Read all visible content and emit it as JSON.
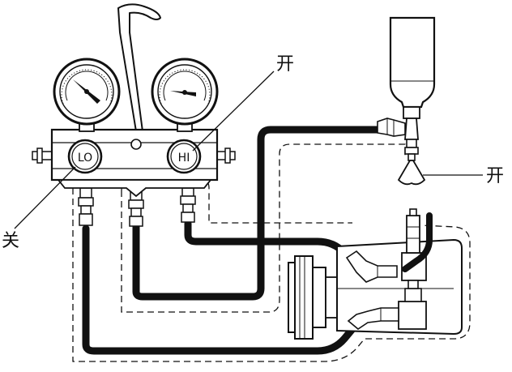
{
  "labels": {
    "hi_valve_callout": "开",
    "can_valve_callout": "开",
    "lo_valve_callout": "关",
    "lo_valve_text": "LO",
    "hi_valve_text": "HI"
  },
  "colors": {
    "line": "#111111",
    "hose": "#111111",
    "background": "#ffffff"
  }
}
